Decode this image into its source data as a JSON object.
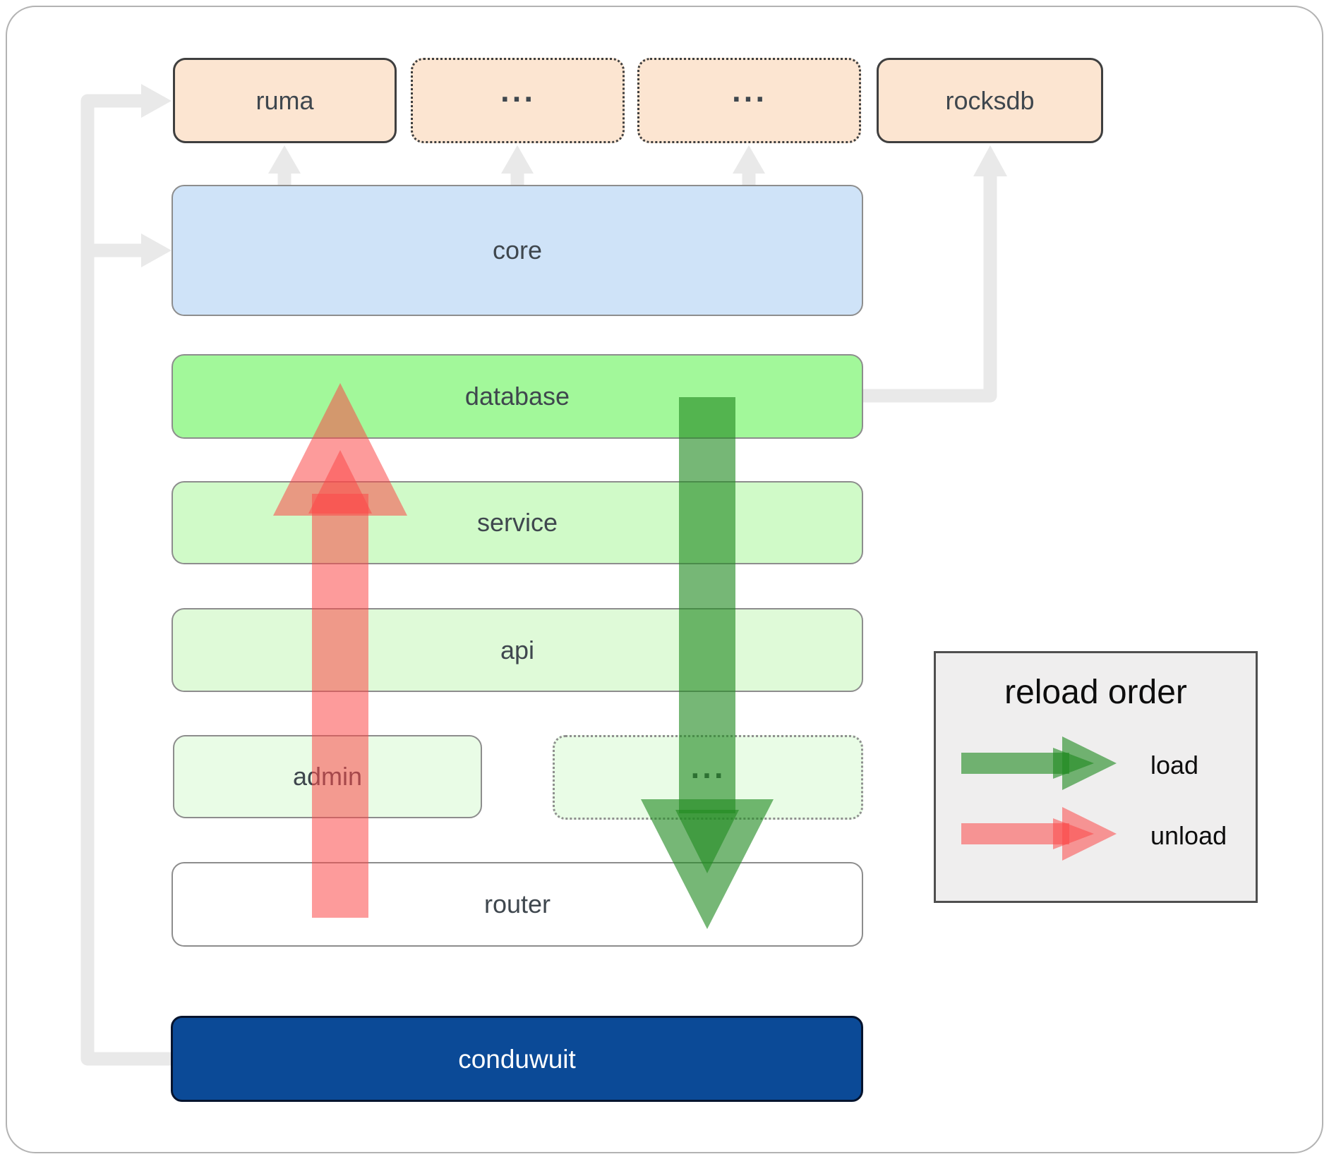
{
  "boxes": {
    "ruma": {
      "label": "ruma"
    },
    "ext1": {
      "label": "..."
    },
    "ext2": {
      "label": "..."
    },
    "rocksdb": {
      "label": "rocksdb"
    },
    "core": {
      "label": "core"
    },
    "database": {
      "label": "database"
    },
    "service": {
      "label": "service"
    },
    "api": {
      "label": "api"
    },
    "admin": {
      "label": "admin"
    },
    "ext3": {
      "label": "..."
    },
    "router": {
      "label": "router"
    },
    "conduwuit": {
      "label": "conduwuit"
    }
  },
  "legend": {
    "title": "reload order",
    "load_label": "load",
    "unload_label": "unload"
  },
  "colors": {
    "load_green": "#228b22",
    "unload_red": "#fb4848",
    "peach": "#fce5d1",
    "core_blue": "#cfe3f8",
    "database_green": "#a2f89a",
    "service_green": "#d0fac8",
    "api_green": "#dffad8",
    "admin_green": "#e9fce6",
    "router_white": "#ffffff",
    "conduwuit_navy": "#0b4a97",
    "connector_gray": "#e9e9e9"
  }
}
